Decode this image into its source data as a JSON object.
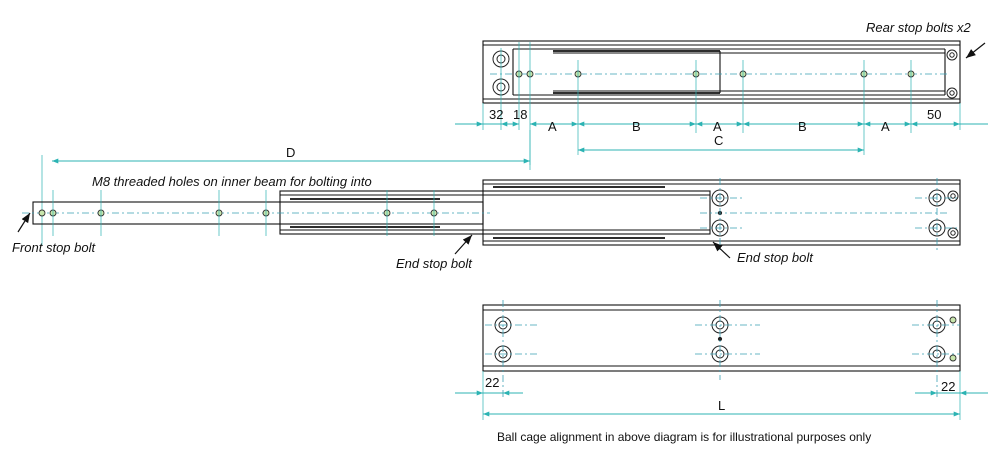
{
  "labels": {
    "rear_stop": "Rear stop bolts x2",
    "front_stop": "Front stop bolt",
    "end_stop_left": "End stop bolt",
    "end_stop_right": "End stop bolt",
    "m8_note": "M8 threaded holes on inner beam for bolting into",
    "footnote": "Ball cage alignment in above diagram is for illustrational purposes only"
  },
  "dimensions": {
    "d32": "32",
    "d18": "18",
    "a1": "A",
    "b1": "B",
    "a2": "A",
    "b2": "B",
    "a3": "A",
    "d50": "50",
    "c": "C",
    "d": "D",
    "d22_left": "22",
    "d22_right": "22",
    "l": "L"
  }
}
